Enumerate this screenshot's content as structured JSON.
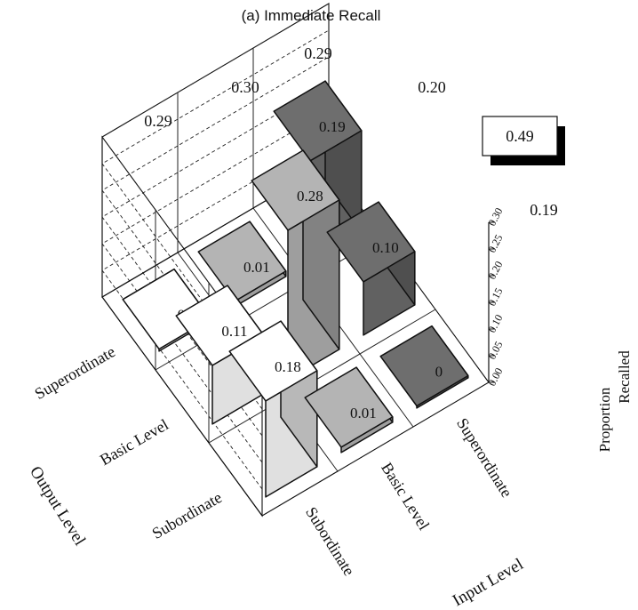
{
  "chart_data": {
    "type": "bar",
    "subtype": "3d-bar",
    "title": "(a) Immediate Recall",
    "x_axis": {
      "label": "Input Level",
      "categories": [
        "Subordinate",
        "Basic Level",
        "Superordinate"
      ]
    },
    "y_axis": {
      "label": "Output Level",
      "categories": [
        "Superordinate",
        "Basic Level",
        "Subordinate"
      ]
    },
    "z_axis": {
      "label_line1": "Proportion",
      "label_line2": "Recalled",
      "ticks": [
        "0.00",
        "0.05",
        "0.10",
        "0.15",
        "0.20",
        "0.25",
        "0.30"
      ],
      "range": [
        0,
        0.3
      ]
    },
    "cells": [
      {
        "input": "Subordinate",
        "output": "Superordinate",
        "value": 0,
        "label": "0",
        "shade": "#ffffff"
      },
      {
        "input": "Subordinate",
        "output": "Basic Level",
        "value": 0.11,
        "label": "0.11",
        "shade": "#ffffff"
      },
      {
        "input": "Subordinate",
        "output": "Subordinate",
        "value": 0.18,
        "label": "0.18",
        "shade": "#ffffff"
      },
      {
        "input": "Basic Level",
        "output": "Superordinate",
        "value": 0.01,
        "label": "0.01",
        "shade": "#b4b4b4"
      },
      {
        "input": "Basic Level",
        "output": "Basic Level",
        "value": 0.28,
        "label": "0.28",
        "shade": "#b4b4b4"
      },
      {
        "input": "Basic Level",
        "output": "Subordinate",
        "value": 0.01,
        "label": "0.01",
        "shade": "#b4b4b4"
      },
      {
        "input": "Superordinate",
        "output": "Superordinate",
        "value": 0.19,
        "label": "0.19",
        "shade": "#6e6e6e"
      },
      {
        "input": "Superordinate",
        "output": "Basic Level",
        "value": 0.1,
        "label": "0.10",
        "shade": "#6e6e6e"
      },
      {
        "input": "Superordinate",
        "output": "Subordinate",
        "value": 0,
        "label": "0",
        "shade": "#6e6e6e"
      }
    ],
    "row_totals": [
      "0.29",
      "0.30",
      "0.29"
    ],
    "column_totals": [
      "0.20",
      "0.19"
    ],
    "grand_total": "0.49",
    "grid": true
  }
}
